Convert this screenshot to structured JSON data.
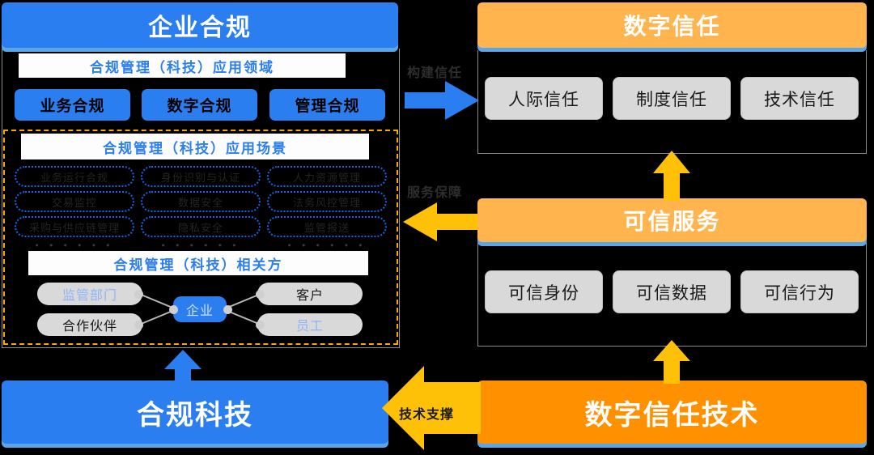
{
  "left": {
    "header": "企业合规",
    "domain_caption": "合规管理（科技）应用领域",
    "domain_chips": [
      "业务合规",
      "数字合规",
      "管理合规"
    ],
    "scenario_caption": "合规管理（科技）应用场景",
    "scenario_columns": [
      {
        "items": [
          "业务运行合规",
          "交易监控",
          "采购与供应链管理"
        ],
        "more": "• • • • • •"
      },
      {
        "items": [
          "身份识别与认证",
          "数据安全",
          "隐私安全"
        ],
        "more": "• • • • • •"
      },
      {
        "items": [
          "人力资源管理",
          "法务风控管理",
          "监管报送"
        ],
        "more": "• • • • • •"
      }
    ],
    "stakeholder_caption": "合规管理（科技）相关方",
    "stakeholders": {
      "center": "企业",
      "top_left": "监管部门",
      "bottom_left": "合作伙伴",
      "top_right": "客户",
      "bottom_right": "员工"
    }
  },
  "right_top": {
    "header": "数字信任",
    "chips": [
      "人际信任",
      "制度信任",
      "技术信任"
    ]
  },
  "right_mid": {
    "header": "可信服务",
    "chips": [
      "可信身份",
      "可信数据",
      "可信行为"
    ]
  },
  "bottom_left": {
    "header": "合规科技"
  },
  "bottom_right": {
    "header": "数字信任技术"
  },
  "arrows": {
    "build_trust": "构建信任",
    "service_guarantee": "服务保障",
    "tech_support": "技术支撑"
  },
  "colors": {
    "blue": "#2b7ef0",
    "blue_shadow": "#5aa7e8",
    "orange_light": "#ffb44d",
    "orange_solid": "#ff9000",
    "arrow_orange": "#ffc107",
    "dashed_border": "#f7a90b",
    "grey_chip": "#d9d9d9",
    "panel_border": "#8c8c8c",
    "background": "#000000"
  }
}
